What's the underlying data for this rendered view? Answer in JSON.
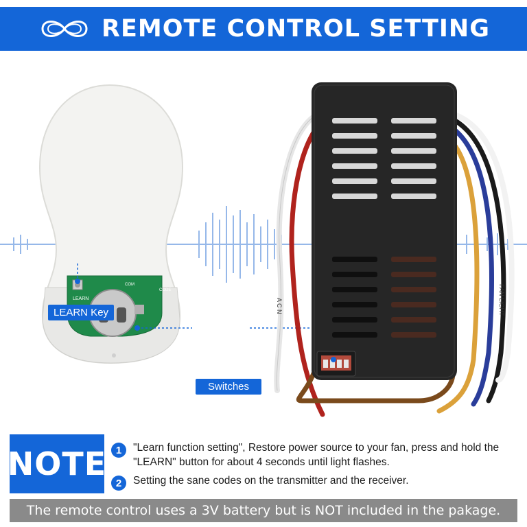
{
  "header": {
    "title": "REMOTE CONTROL SETTING",
    "logo_icon": "infinity-logo-icon"
  },
  "callouts": {
    "learn_key": "LEARN Key",
    "switches": "Switches"
  },
  "pcb_labels": {
    "learn": "LEARN",
    "com": "COM",
    "code": "CODE"
  },
  "receiver_wire_labels": {
    "left": "A C N",
    "right": "FAN LIGHT"
  },
  "note": {
    "label": "NOTE",
    "items": [
      {
        "number": "1",
        "text": "\"Learn function setting\", Restore power source to your fan, press and hold the \"LEARN\" button for about 4 seconds until light flashes."
      },
      {
        "number": "2",
        "text": "Setting the sane codes on the transmitter and the receiver."
      }
    ]
  },
  "footer": {
    "text": "The remote control uses a 3V battery but is NOT included in the pakage."
  },
  "colors": {
    "brand_blue": "#1466d8",
    "footer_gray": "#8a8a8a",
    "receiver_black": "#222222"
  }
}
